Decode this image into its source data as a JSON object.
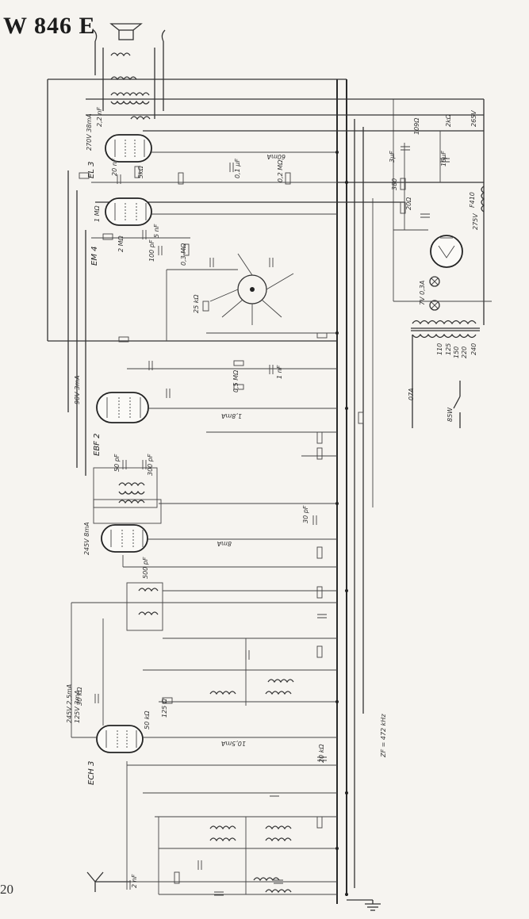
{
  "title": "W 846 E",
  "page_number": "20",
  "tubes": {
    "el3": "EL 3",
    "el3_rating": "270V 38mA",
    "ebf2": "EBF 2",
    "ebf2_rating": "90V 3mA",
    "ef_if": "245V 8mA",
    "ech3": "ECH 3",
    "ech3_rating": "245V 2,5mA",
    "ech3_rating2": "125V 3mA",
    "el4": "EM 4"
  },
  "labels": {
    "v265": "265V",
    "v275": "275V",
    "f410": "F410",
    "r109": "109Ω",
    "r2": "2kΩ",
    "c3uf": "3µF",
    "c16uf": "16µF",
    "r380": "380",
    "r20": "20Ω",
    "lamp": "7V 0,3A",
    "fuse": "07A",
    "power": "85W",
    "taps": [
      "110",
      "125",
      "150",
      "220",
      "240"
    ],
    "if_freq": "ZF = 472 kHz",
    "r60": "60mA",
    "r18": "1,8mA",
    "r10": "10,5mA",
    "r8": "8mA"
  },
  "components": [
    {
      "text": "2,2 nF"
    },
    {
      "text": "20 nF"
    },
    {
      "text": "5kΩ"
    },
    {
      "text": "0,1 µF"
    },
    {
      "text": "0,2 MΩ"
    },
    {
      "text": "1 MΩ"
    },
    {
      "text": "2 MΩ"
    },
    {
      "text": "5 nF"
    },
    {
      "text": "0,3 MΩ"
    },
    {
      "text": "100 pF"
    },
    {
      "text": "50 pF"
    },
    {
      "text": "300 pF"
    },
    {
      "text": "25 kΩ"
    },
    {
      "text": "30 pF"
    },
    {
      "text": "500 pF"
    },
    {
      "text": "0,5 MΩ"
    },
    {
      "text": "1 nF"
    },
    {
      "text": "125 Ω"
    },
    {
      "text": "20 kΩ"
    },
    {
      "text": "30 kΩ"
    },
    {
      "text": "50 kΩ"
    },
    {
      "text": "2 nF"
    }
  ]
}
